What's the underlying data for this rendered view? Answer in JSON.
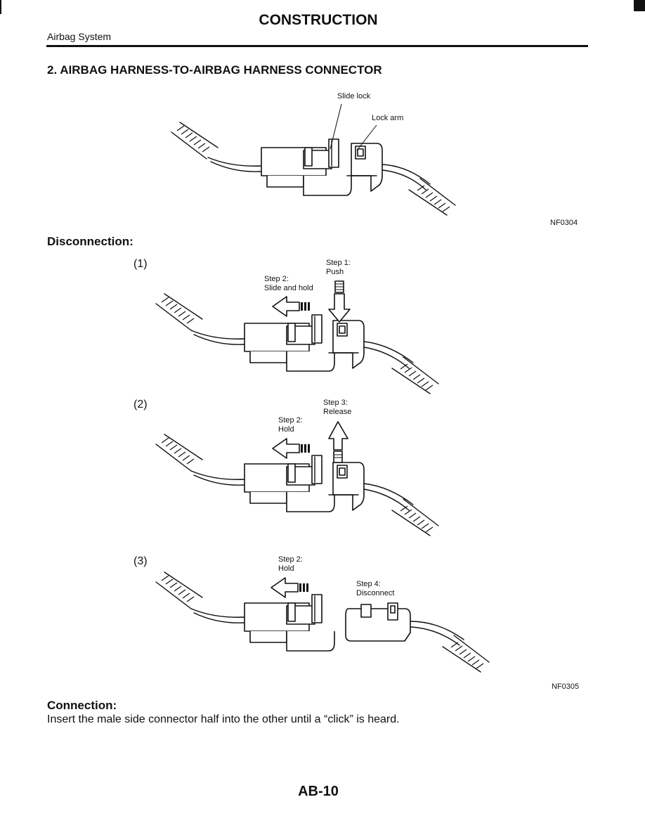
{
  "header": {
    "title": "CONSTRUCTION",
    "subtitle": "Airbag System"
  },
  "section_heading": "2. AIRBAG HARNESS-TO-AIRBAG HARNESS CONNECTOR",
  "figure1": {
    "label_slide_lock": "Slide lock",
    "label_lock_arm": "Lock arm",
    "figure_id": "NF0304"
  },
  "disconnection": {
    "heading": "Disconnection:",
    "step1": {
      "number": "(1)",
      "step2_l1": "Step 2:",
      "step2_l2": "Slide and hold",
      "step1_l1": "Step 1:",
      "step1_l2": "Push"
    },
    "step2": {
      "number": "(2)",
      "step2_l1": "Step 2:",
      "step2_l2": "Hold",
      "step3_l1": "Step 3:",
      "step3_l2": "Release"
    },
    "step3": {
      "number": "(3)",
      "step2_l1": "Step 2:",
      "step2_l2": "Hold",
      "step4_l1": "Step 4:",
      "step4_l2": "Disconnect"
    },
    "figure_id": "NF0305"
  },
  "connection": {
    "heading": "Connection:",
    "text": "Insert the male side connector half into the other until a “click” is heard."
  },
  "page_number": "AB-10"
}
